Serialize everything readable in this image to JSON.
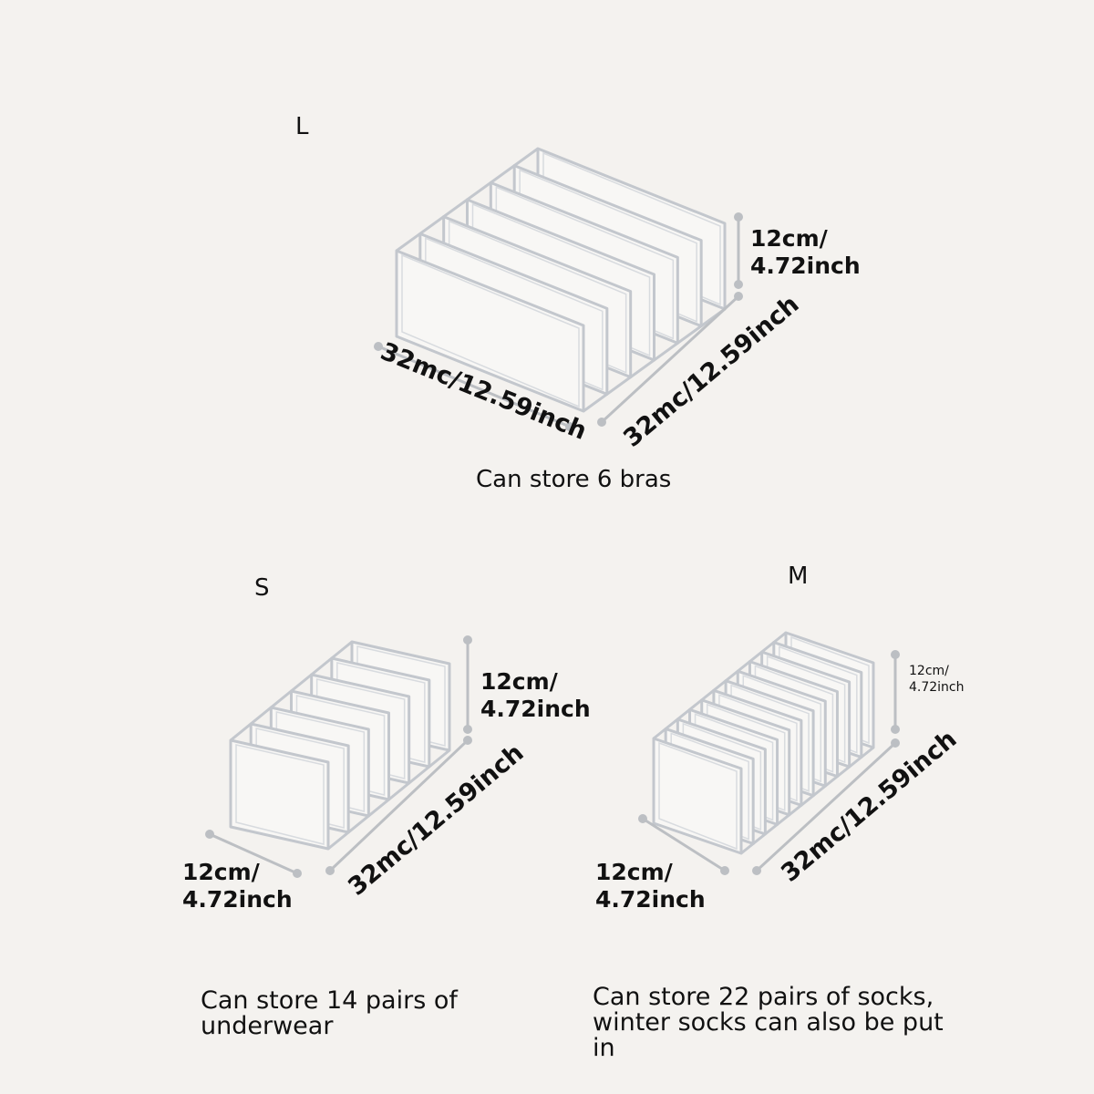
{
  "sizes": {
    "L": {
      "label": "L",
      "height_l1": "12cm/",
      "height_l2": "4.72inch",
      "front": "32mc/12.59inch",
      "side": "32mc/12.59inch",
      "caption": "Can store 6 bras",
      "compartments": 6
    },
    "S": {
      "label": "S",
      "height_l1": "12cm/",
      "height_l2": "4.72inch",
      "front_l1": "12cm/",
      "front_l2": "4.72inch",
      "side": "32mc/12.59inch",
      "caption_l1": "Can store 14 pairs of",
      "caption_l2": "underwear",
      "compartments": 6
    },
    "M": {
      "label": "M",
      "height_l1": "12cm/",
      "height_l2": "4.72inch",
      "front_l1": "12cm/",
      "front_l2": "4.72inch",
      "side": "32mc/12.59inch",
      "caption_l1": "Can store 22 pairs of socks,",
      "caption_l2": "winter socks can also be put",
      "caption_l3": "in",
      "compartments": 11
    }
  },
  "colors": {
    "background": "#f4f2ef",
    "outline": "#c3c7cd",
    "fill": "#f8f7f5",
    "dimension": "#bcbfc3"
  }
}
